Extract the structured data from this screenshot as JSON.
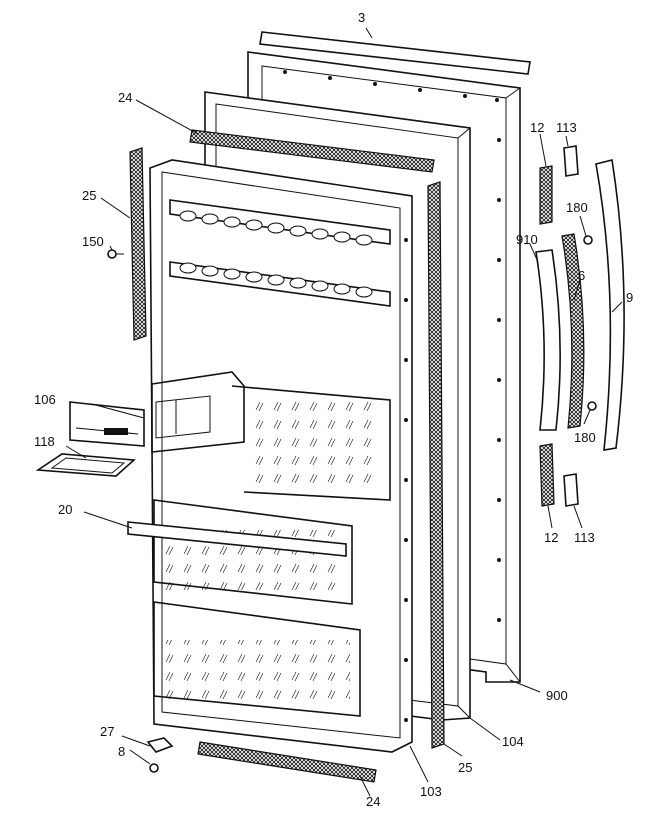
{
  "labels": {
    "l3": "3",
    "l24_top": "24",
    "l113_top": "113",
    "l12_top": "12",
    "l180_top": "180",
    "l25_left": "25",
    "l150": "150",
    "l910": "910",
    "l6": "6",
    "l9": "9",
    "l106": "106",
    "l118": "118",
    "l180_bot": "180",
    "l20": "20",
    "l12_bot": "12",
    "l113_bot": "113",
    "l900": "900",
    "l27": "27",
    "l8": "8",
    "l104": "104",
    "l25_bot": "25",
    "l24_bot": "24",
    "l103": "103"
  }
}
